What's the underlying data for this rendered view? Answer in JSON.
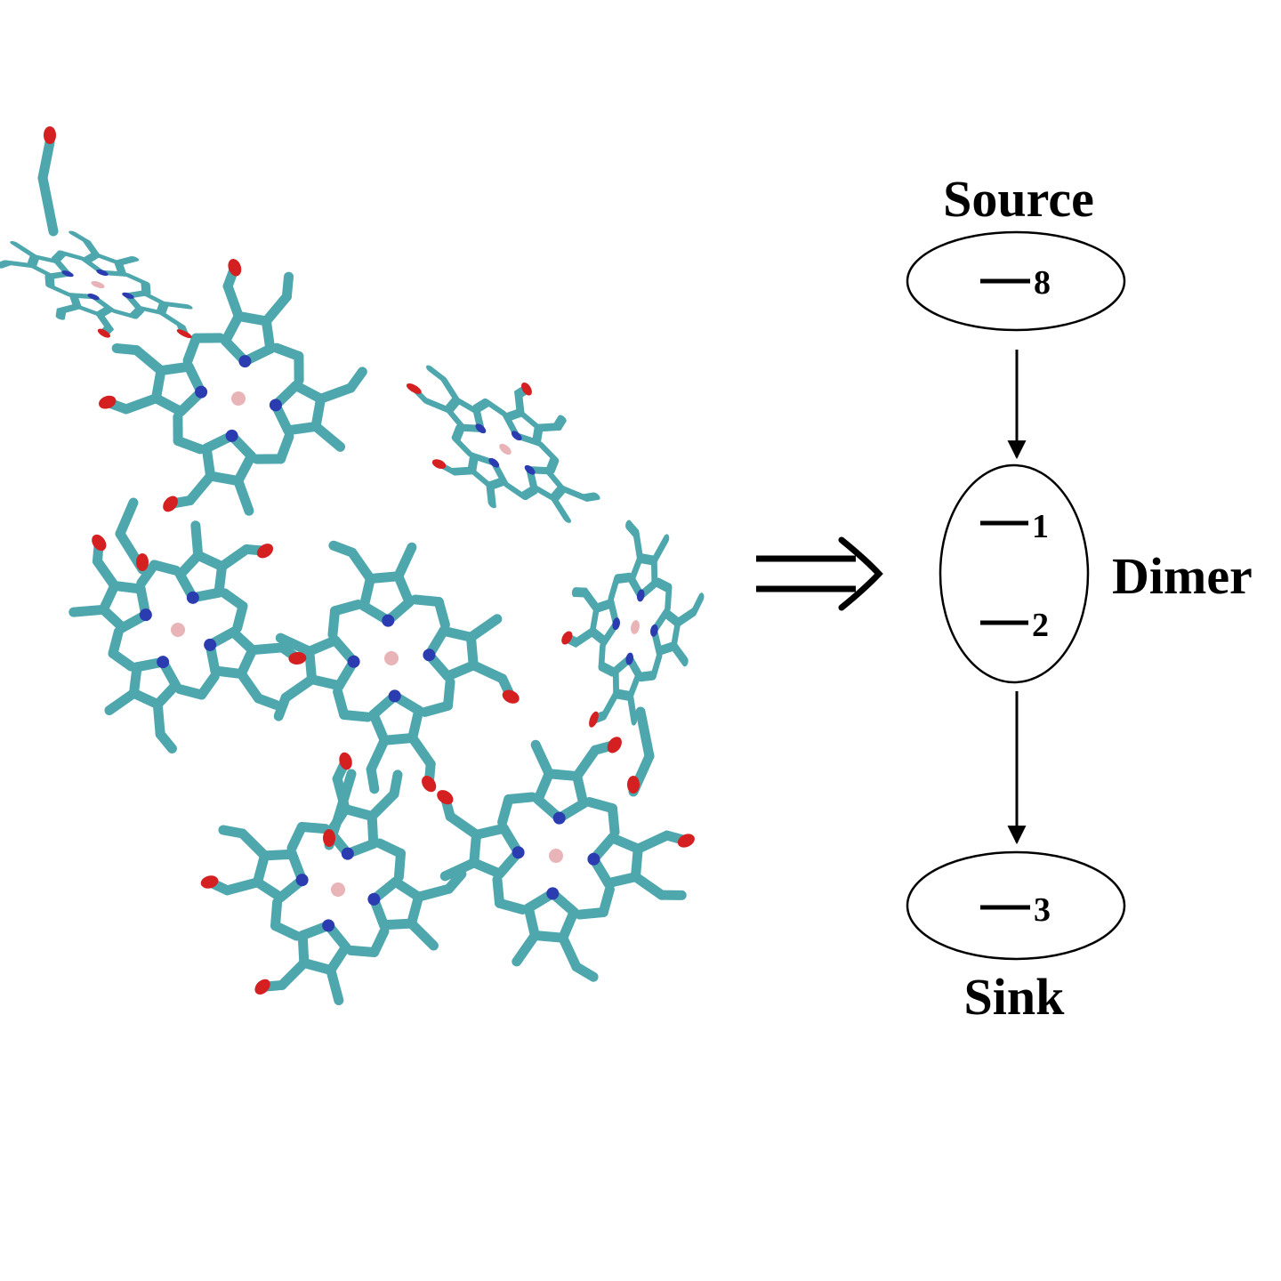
{
  "diagram": {
    "nodes": [
      {
        "id": "source",
        "label": "Source",
        "levels": [
          "8"
        ]
      },
      {
        "id": "dimer",
        "label": "Dimer",
        "levels": [
          "1",
          "2"
        ]
      },
      {
        "id": "sink",
        "label": "Sink",
        "levels": [
          "3"
        ]
      }
    ],
    "edges": [
      {
        "from": "source",
        "to": "dimer"
      },
      {
        "from": "dimer",
        "to": "sink"
      }
    ],
    "implies_symbol": "⇒"
  },
  "molecule": {
    "colors": {
      "carbon": "#4FA7AE",
      "nitrogen": "#2B3BB0",
      "oxygen": "#D42020",
      "metal": "#E8B4B8"
    },
    "pigment_count": 8
  }
}
